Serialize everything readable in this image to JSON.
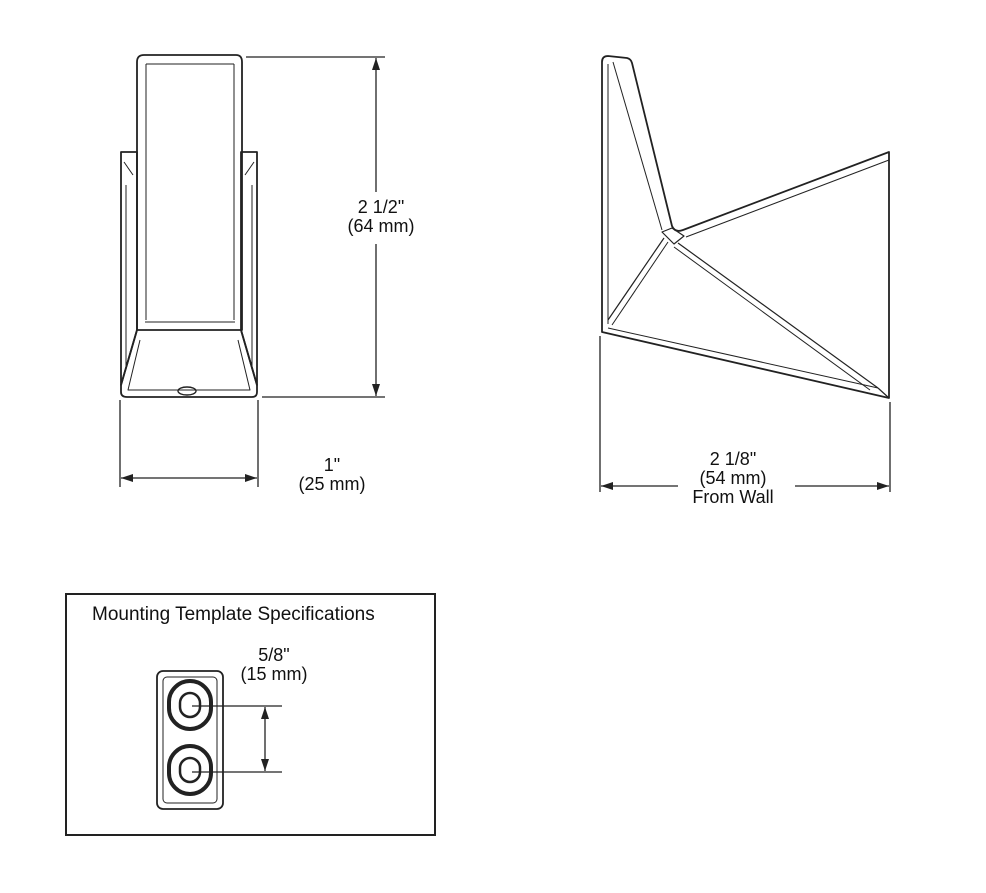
{
  "front_view": {
    "height_dimension": {
      "imperial": "2 1/2\"",
      "metric": "(64 mm)"
    },
    "width_dimension": {
      "imperial": "1\"",
      "metric": "(25 mm)"
    }
  },
  "side_view": {
    "projection_dimension": {
      "imperial": "2 1/8\"",
      "metric": "(54 mm)",
      "note": "From Wall"
    }
  },
  "mounting_template": {
    "title": "Mounting Template Specifications",
    "spacing_dimension": {
      "imperial": "5/8\"",
      "metric": "(15 mm)"
    }
  },
  "colors": {
    "line": "#222222",
    "background": "#ffffff"
  }
}
